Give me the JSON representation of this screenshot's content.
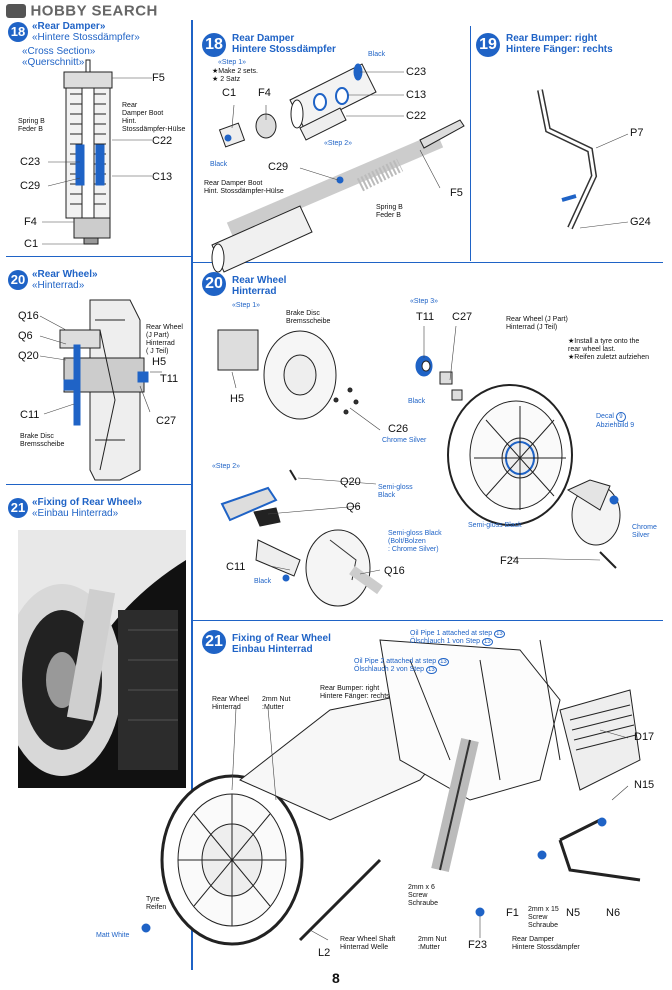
{
  "watermark": "HOBBY SEARCH",
  "page_number": "8",
  "left": {
    "s18": {
      "num": "18",
      "title": "«Rear Damper»",
      "title_de": "«Hintere Stossdämpfer»",
      "cross": "«Cross Section»",
      "cross_de": "«Querschnitt»",
      "F5": "F5",
      "boot": "Rear",
      "boot2": "Damper Boot",
      "boot_de": "Hint.",
      "boot_de2": "Stossdämpfer-Hülse",
      "spring": "Spring B",
      "spring_de": "Feder B",
      "C22": "C22",
      "C23": "C23",
      "C13": "C13",
      "C29": "C29",
      "F4": "F4",
      "C1": "C1"
    },
    "s20": {
      "num": "20",
      "title": "«Rear Wheel»",
      "title_de": "«Hinterrad»",
      "Q16": "Q16",
      "Q6": "Q6",
      "Q20": "Q20",
      "wheel": "Rear Wheel",
      "wheel2": "(J Part)",
      "wheel_de": "Hinterrad",
      "wheel_de2": "( J Teil)",
      "H5": "H5",
      "T11": "T11",
      "C11": "C11",
      "C27": "C27",
      "disc": "Brake Disc",
      "disc_de": "Bremsscheibe"
    },
    "s21": {
      "num": "21",
      "title": "«Fixing of Rear Wheel»",
      "title_de": "«Einbau Hinterrad»"
    }
  },
  "s18": {
    "num": "18",
    "title": "Rear Damper",
    "title_de": "Hintere Stossdämpfer",
    "step1": "«Step 1»",
    "make": "★Make 2 sets.",
    "make_de": "★ 2 Satz",
    "step2": "«Step 2»",
    "black1": "Black",
    "black2": "Black",
    "C1": "C1",
    "F4": "F4",
    "C23": "C23",
    "C13": "C13",
    "C22": "C22",
    "C29": "C29",
    "boot": "Rear Damper Boot",
    "boot_de": "Hint. Stossdämpfer-Hülse",
    "spring": "Spring B",
    "spring_de": "Feder B",
    "F5": "F5"
  },
  "s19": {
    "num": "19",
    "title": "Rear Bumper: right",
    "title_de": "Hintere Fänger: rechts",
    "P7": "P7",
    "G24": "G24"
  },
  "s20": {
    "num": "20",
    "title": "Rear Wheel",
    "title_de": "Hinterrad",
    "step1": "«Step 1»",
    "step2": "«Step 2»",
    "step3": "«Step 3»",
    "disc": "Brake Disc",
    "disc_de": "Bremsscheibe",
    "H5": "H5",
    "C26": "C26",
    "chrome1": "Chrome Silver",
    "T11": "T11",
    "C27": "C27",
    "black1": "Black",
    "wheel": "Rear Wheel (J Part)",
    "wheel_de": "Hinterrad (J Teil)",
    "install": "★Install a tyre onto the",
    "install2": "rear wheel last.",
    "install_de": "★Reifen zuletzt aufziehen",
    "decal": "Decal",
    "decal_num": "9",
    "decal_de": "Abziehbild",
    "semiblack1": "Semi-gloss Black",
    "chrome2": "Chrome",
    "chrome2b": "Silver",
    "F24": "F24",
    "Q20": "Q20",
    "semi1": "Semi-gloss",
    "semi1b": "Black",
    "Q6": "Q6",
    "semi2": "Semi-gloss Black",
    "bolt": "(Bolt/Bolzen",
    "bolt2": ": Chrome Silver)",
    "C11": "C11",
    "black2": "Black",
    "Q16": "Q16"
  },
  "s21": {
    "num": "21",
    "title": "Fixing of Rear Wheel",
    "title_de": "Einbau Hinterrad",
    "oil1": "Oil Pipe  1  attached at step",
    "oil1_de": "Ölschlauch 1 von Step",
    "oil2": "Oil Pipe  2  attached at step",
    "oil2_de": "Ölschlauch 2 von Step",
    "oil_step": "13",
    "bumper": "Rear Bumper: right",
    "bumper_de": "Hintere Fänger: rechts",
    "wheel": "Rear Wheel",
    "wheel_de": "Hinterrad",
    "nut": "2mm Nut",
    "nut_de": ":Mutter",
    "D17": "D17",
    "N15": "N15",
    "tyre": "Tyre",
    "tyre_de": "Reifen",
    "matt": "Matt White",
    "screw1": "2mm x 6",
    "screw1b": "Screw",
    "screw1_de": "Schraube",
    "F1": "F1",
    "screw2": "2mm x 15",
    "screw2b": "Screw",
    "screw2_de": "Schraube",
    "N5": "N5",
    "N6": "N6",
    "L2": "L2",
    "shaft": "Rear Wheel Shaft",
    "shaft_de": "Hinterrad Welle",
    "nut2": "2mm Nut",
    "nut2_de": ":Mutter",
    "F23": "F23",
    "damper": "Rear Damper",
    "damper_de": "Hintere Stossdämpfer"
  },
  "colors": {
    "accent": "#1f63c6",
    "ink": "#111111"
  }
}
